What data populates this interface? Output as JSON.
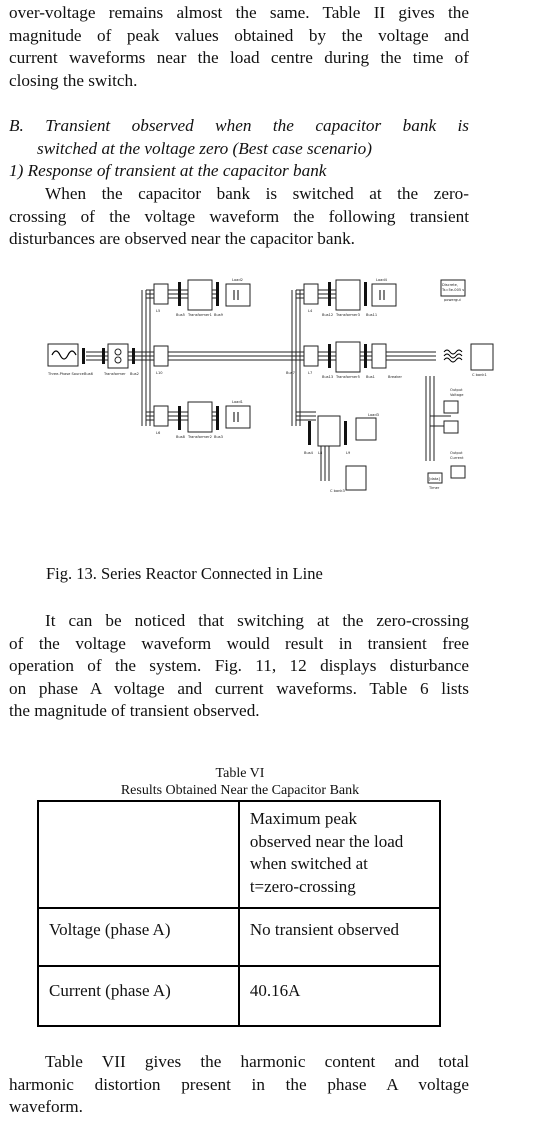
{
  "top_paragraph": [
    "over-voltage remains almost the same. Table II gives the",
    "magnitude of peak values obtained by the voltage and",
    "current waveforms near the load centre during the time of",
    "closing the switch."
  ],
  "section_b": [
    "B.  Transient observed when the capacitor bank is",
    "switched at the voltage zero (Best case scenario)"
  ],
  "subsection_1": "1)  Response of transient at the capacitor bank",
  "paragraph2": [
    "When the capacitor bank is switched at the zero-",
    "crossing of the voltage waveform the following transient",
    "disturbances are observed near the capacitor bank."
  ],
  "figure": {
    "caption": "Fig. 13. Series Reactor Connected in Line",
    "labels": {
      "source": "Three-Phase Source",
      "bus6": "Bus6",
      "transformer": "Transformer",
      "bus2": "Bus2",
      "l10": "L10",
      "l5": "L5",
      "l6": "L6",
      "l7": "L7",
      "l8": "L8",
      "l9": "L9",
      "bus5": "Bus5",
      "transformer1": "Transformer1",
      "bus9": "Bus9",
      "load2": "Load2",
      "bus8": "Bus8",
      "transformer2": "Transformer2",
      "bus3": "Bus3",
      "load1": "Load1",
      "bus7": "Bus7",
      "l4": "L4",
      "bus12": "Bus12",
      "transformer3": "Transformer3",
      "bus13": "Bus13",
      "breaker": "Breaker",
      "cbank1": "C bank1",
      "bus11": "Bus11",
      "load4": "Load4",
      "bus4": "Bus4",
      "transformer5": "Transformer5",
      "bus1": "Bus1",
      "load3": "Load3",
      "cbank3": "C bank3",
      "powergui_top": "Discrete,",
      "powergui_mid": "Ts=5e-005 s.",
      "powergui": "powergui",
      "output_voltage_1": "Output",
      "output_voltage_2": "Voltage",
      "output_current_1": "Output",
      "output_current_2": "Current",
      "timer_box": "[data]",
      "timer": "Timer"
    }
  },
  "paragraph3": [
    "It can be noticed that switching at the zero-crossing",
    "of the voltage waveform would result in transient free",
    "operation of the system. Fig. 11, 12 displays disturbance",
    "on phase A voltage and current waveforms. Table 6 lists",
    "the magnitude of transient observed."
  ],
  "table": {
    "title": "Table VI",
    "subtitle": "Results Obtained Near the Capacitor Bank",
    "header_col2": [
      "Maximum peak",
      "observed near the load",
      "when switched at",
      "t=zero-crossing"
    ],
    "rows": [
      {
        "label": "Voltage (phase A)",
        "value": "No transient observed"
      },
      {
        "label": "Current (phase A)",
        "value": "40.16A"
      }
    ]
  },
  "paragraph4": [
    "Table VII gives the harmonic content and total",
    "harmonic distortion present in the phase A voltage",
    "waveform."
  ]
}
